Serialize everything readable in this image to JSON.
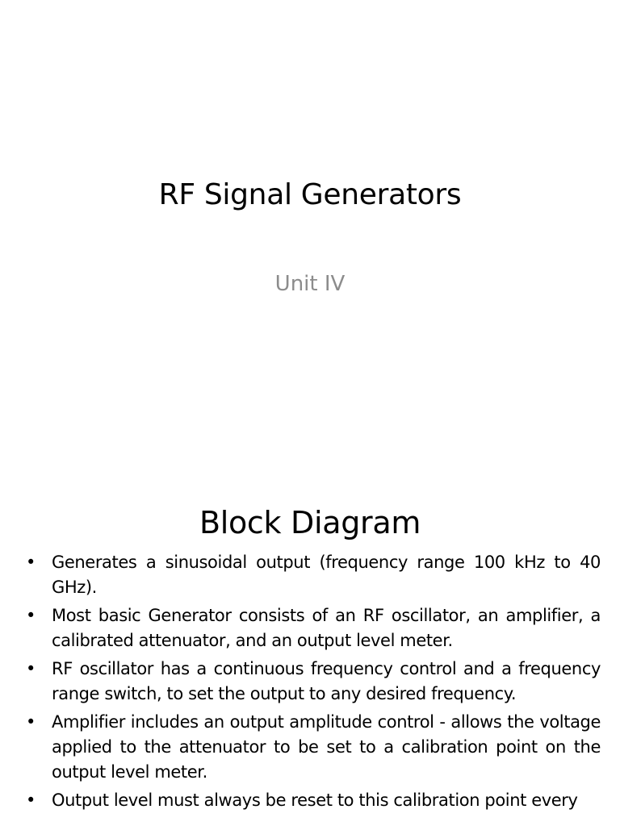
{
  "slide1": {
    "title": "RF Signal Generators",
    "subtitle": "Unit IV"
  },
  "slide2": {
    "title": "Block Diagram",
    "bullet_char": "•",
    "bullets": [
      "Generates a sinusoidal output (frequency range 100 kHz to 40 GHz).",
      "Most basic Generator  consists of an RF oscillator, an amplifier, a calibrated attenuator, and an output level meter.",
      "RF oscillator has a continuous frequency control and a frequency range switch, to set the output to any desired frequency.",
      "Amplifier includes an output amplitude control - allows the voltage applied to the attenuator to be set to a calibration point on the output level meter.",
      "Output level must always be reset to this calibration point every"
    ]
  }
}
